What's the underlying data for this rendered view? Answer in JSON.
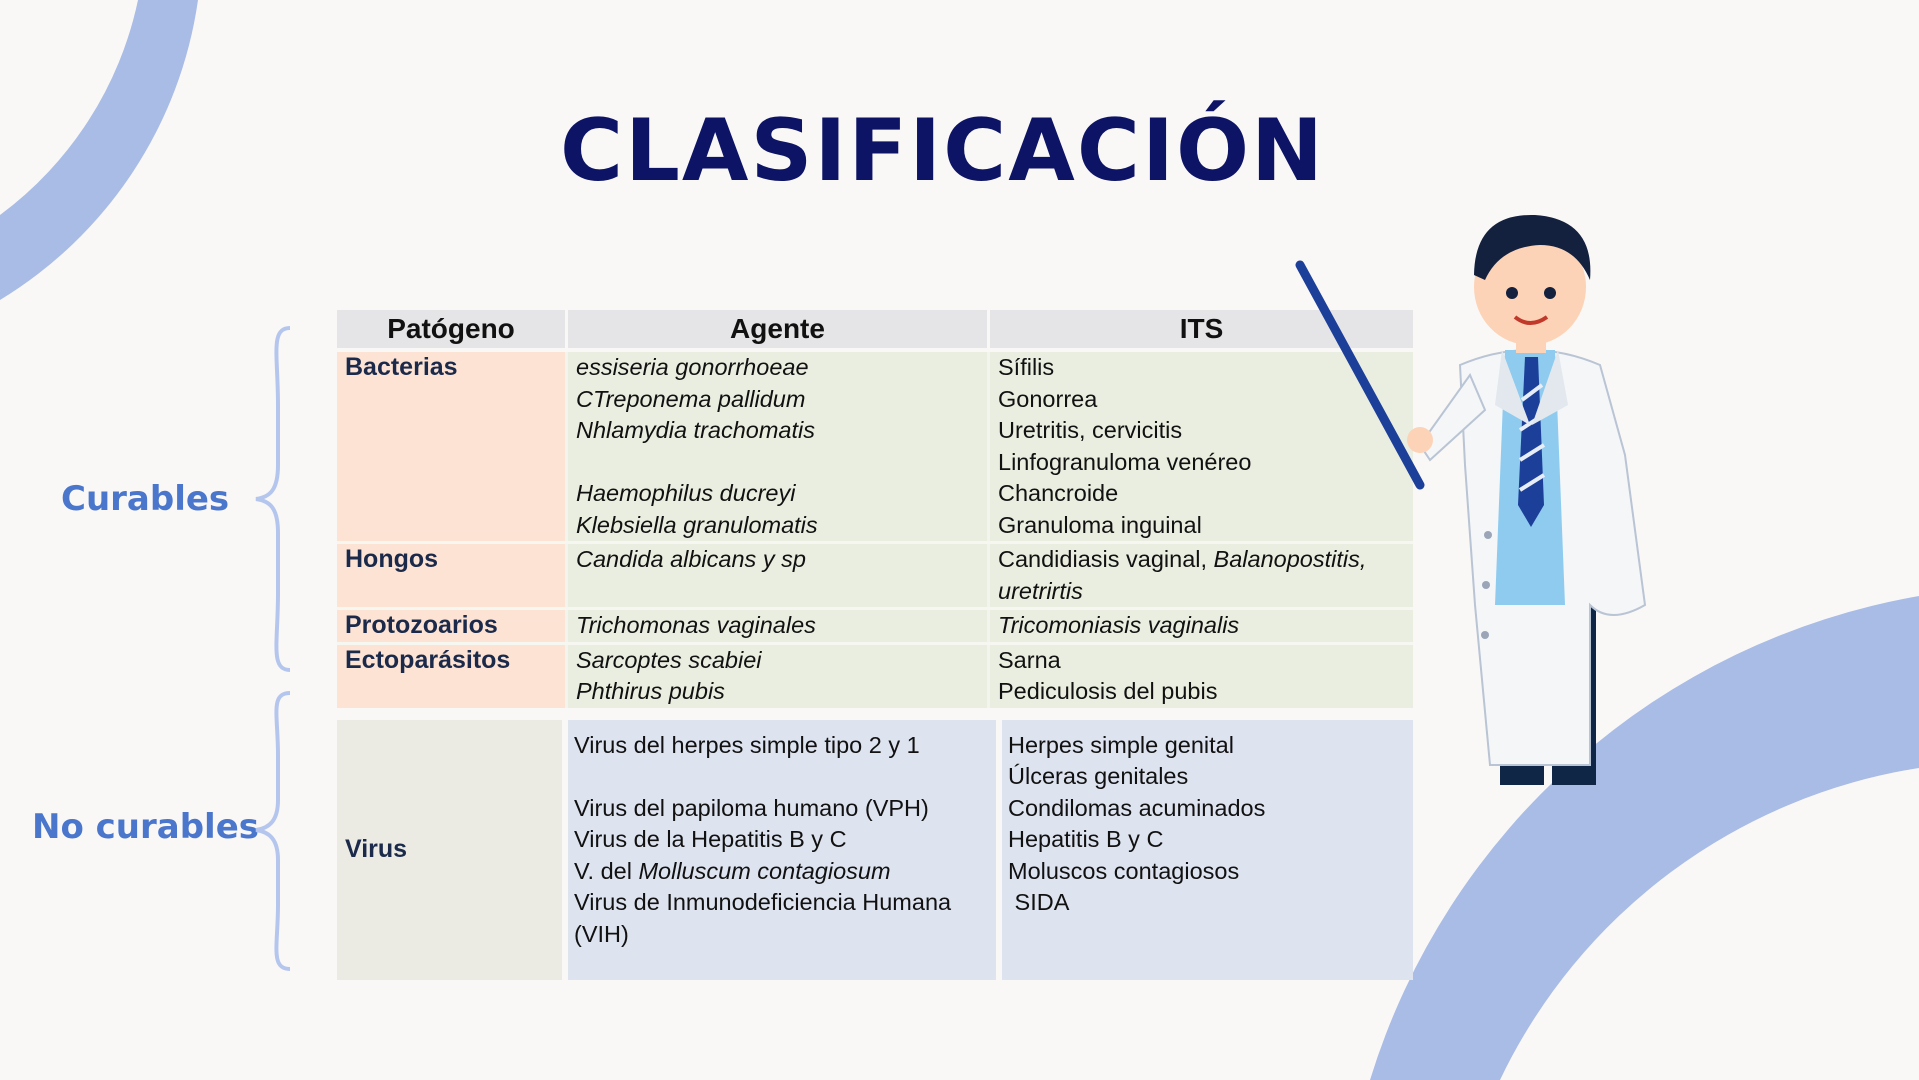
{
  "colors": {
    "title": "#0d1466",
    "labels": "#4a76cc",
    "decoration": "#a8bce6"
  },
  "title": "CLASIFICACIÓN",
  "groups": {
    "curable": "Curables",
    "not_curable": "No curables"
  },
  "table": {
    "headers": [
      "Patógeno",
      "Agente",
      "ITS"
    ],
    "rows": [
      {
        "pathogen": "Bacterias",
        "agents": [
          "essiseria gonorrhoeae",
          "CTreponema pallidum",
          "Nhlamydia trachomatis",
          "",
          "Haemophilus ducreyi",
          "Klebsiella granulomatis"
        ],
        "its": [
          "Sífilis",
          "Gonorrea",
          "Uretritis, cervicitis",
          "Linfogranuloma venéreo",
          "Chancroide",
          "Granuloma inguinal"
        ]
      },
      {
        "pathogen": "Hongos",
        "agents": [
          "Candida albicans y sp"
        ],
        "its_plain": "Candidiasis vaginal, ",
        "its_italic": "Balanopostitis, uretrirtis"
      },
      {
        "pathogen": "Protozoarios",
        "agents": [
          "Trichomonas vaginales"
        ],
        "its_italic": [
          "Tricomoniasis vaginalis"
        ]
      },
      {
        "pathogen": "Ectoparásitos",
        "agents": [
          "Sarcoptes scabiei",
          "Phthirus pubis"
        ],
        "its": [
          "Sarna",
          "Pediculosis del pubis"
        ]
      }
    ],
    "virus": {
      "pathogen": "Virus",
      "agents": [
        "Virus del herpes simple tipo 2 y 1",
        "",
        "Virus del papiloma humano (VPH)",
        "Virus de la Hepatitis B y C"
      ],
      "agent_molluscum_prefix": "V. del ",
      "agent_molluscum_italic": "Molluscum contagiosum",
      "agent_vih": "Virus de Inmunodeficiencia Humana (VIH)",
      "its": [
        "Herpes simple genital",
        "Úlceras genitales",
        "Condilomas acuminados",
        "Hepatitis B  y C",
        "Moluscos contagiosos",
        " SIDA"
      ]
    }
  }
}
